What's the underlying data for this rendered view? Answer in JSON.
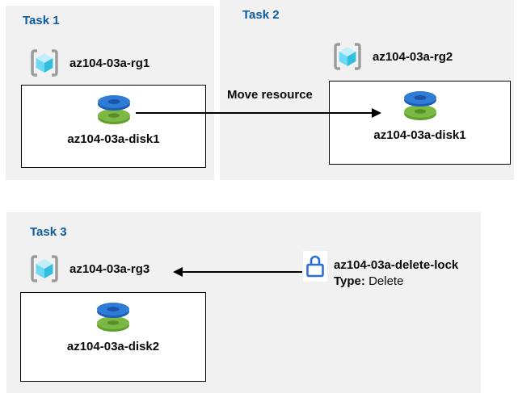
{
  "colors": {
    "panel_bg": "#f1f1f1",
    "title_blue": "#0c5c9e",
    "text_black": "#0a0a0a",
    "box_border": "#000000",
    "arrow_color": "#000000",
    "lock_blue": "#2a6fd6",
    "disk_blue": "#2e7cd6",
    "disk_green": "#7cb944",
    "rg_cube_cyan": "#32bede",
    "rg_bracket_gray": "#9b9b9b"
  },
  "tasks": [
    {
      "title": "Task 1",
      "resource_group": "az104-03a-rg1",
      "disk": "az104-03a-disk1"
    },
    {
      "title": "Task 2",
      "resource_group": "az104-03a-rg2",
      "disk": "az104-03a-disk1"
    },
    {
      "title": "Task 3",
      "resource_group": "az104-03a-rg3",
      "disk": "az104-03a-disk2"
    }
  ],
  "arrows": {
    "move_label": "Move resource"
  },
  "lock": {
    "name": "az104-03a-delete-lock",
    "type_label": "Type:",
    "type_value": "Delete"
  },
  "icons": [
    "resource-group-icon",
    "disk-icon",
    "lock-icon"
  ]
}
